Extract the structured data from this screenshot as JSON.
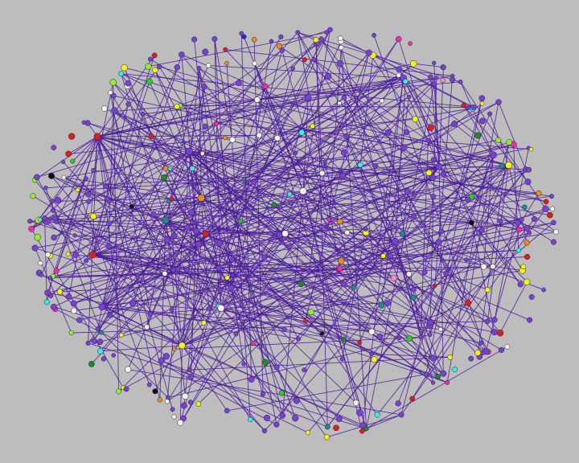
{
  "graph": {
    "type": "network",
    "background_color": "#bdbdbd",
    "edge_color": "#4b1a9a",
    "node_stroke_color": "#222222",
    "node_color_palette": {
      "purple": "#7a3fd6",
      "white": "#f4f4f4",
      "yellow": "#f2f21a",
      "red": "#dd1f1f",
      "cyan": "#2ff0f0",
      "green": "#2bcc2b",
      "lime": "#8ff02b",
      "magenta": "#f02bb0",
      "pink": "#f58cbd",
      "orange": "#f08a1a",
      "dark_green": "#1a8a2a",
      "teal": "#1a8a8a",
      "blue": "#1a2bdd",
      "black": "#111111"
    },
    "node_count": 420,
    "edge_count": 520,
    "labels": []
  }
}
